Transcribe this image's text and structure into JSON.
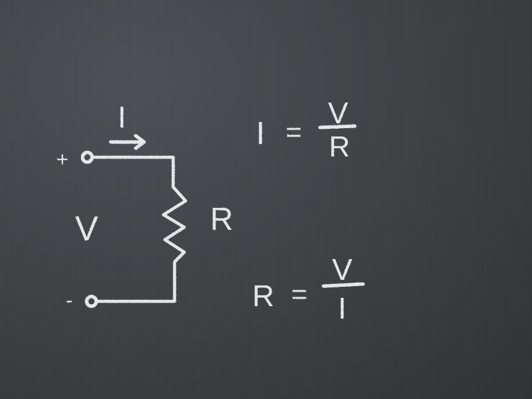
{
  "scene": {
    "description": "Chalkboard with Ohm's law circuit diagram and formulas",
    "background_color": "#3e4044",
    "chalk_color": "#e4e6e8"
  },
  "circuit": {
    "current_label": "I",
    "voltage_label": "V",
    "resistor_label": "R",
    "positive_terminal": "+",
    "negative_terminal": "-"
  },
  "formula_1": {
    "lhs": "I",
    "equals": "=",
    "numerator": "V",
    "denominator": "R"
  },
  "formula_2": {
    "lhs": "R",
    "equals": "=",
    "numerator": "V",
    "denominator": "I"
  }
}
